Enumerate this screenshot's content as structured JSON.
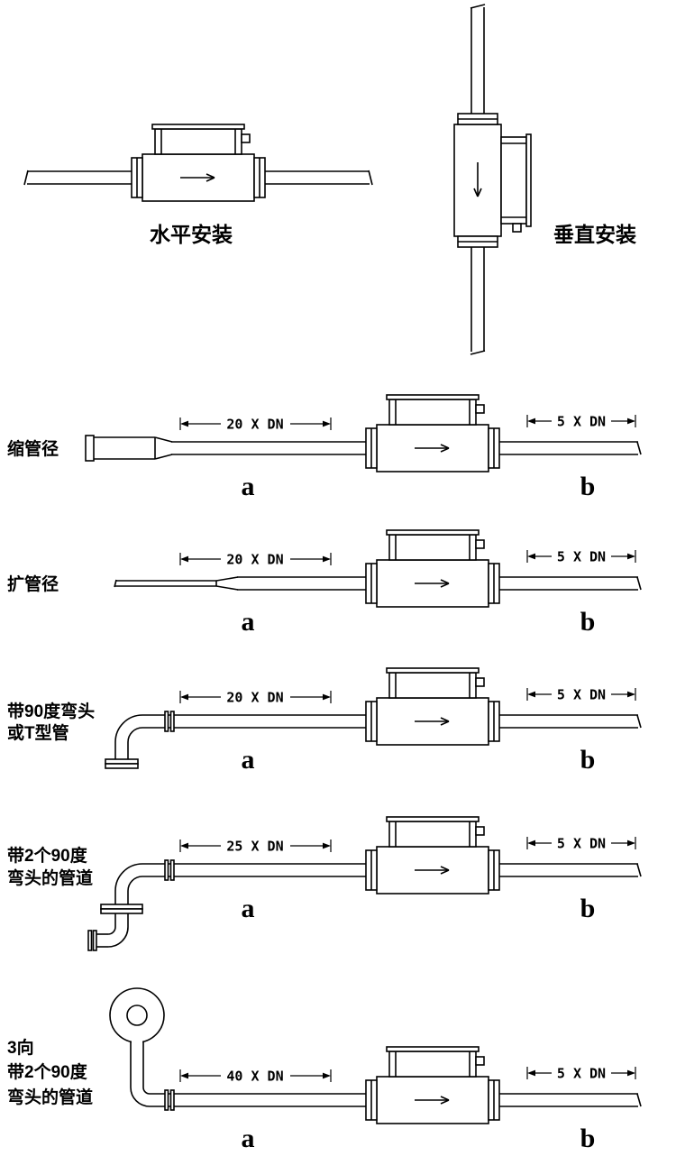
{
  "figure": {
    "background": "#ffffff",
    "line_color": "#000000"
  },
  "installations": {
    "horizontal": {
      "label": "水平安装",
      "flow_direction": "right"
    },
    "vertical": {
      "label": "垂直安装",
      "flow_direction": "down"
    }
  },
  "rows": [
    {
      "label_lines": [
        "缩管径"
      ],
      "upstream_fitting": "pipe-reducer",
      "dim_upstream": "20 X DN",
      "dim_downstream": "5 X DN",
      "point_a": "a",
      "point_b": "b"
    },
    {
      "label_lines": [
        "扩管径"
      ],
      "upstream_fitting": "pipe-expander",
      "dim_upstream": "20 X DN",
      "dim_downstream": "5 X DN",
      "point_a": "a",
      "point_b": "b"
    },
    {
      "label_lines": [
        "带90度弯头",
        "或T型管"
      ],
      "upstream_fitting": "single-90-elbow-or-tee",
      "dim_upstream": "20 X DN",
      "dim_downstream": "5 X DN",
      "point_a": "a",
      "point_b": "b"
    },
    {
      "label_lines": [
        "带2个90度",
        "弯头的管道"
      ],
      "upstream_fitting": "two-90-elbows",
      "dim_upstream": "25 X DN",
      "dim_downstream": "5 X DN",
      "point_a": "a",
      "point_b": "b"
    },
    {
      "label_lines": [
        "3向",
        "带2个90度",
        "弯头的管道"
      ],
      "upstream_fitting": "three-plane-two-90-elbows",
      "dim_upstream": "40 X DN",
      "dim_downstream": "5 X DN",
      "point_a": "a",
      "point_b": "b"
    }
  ]
}
